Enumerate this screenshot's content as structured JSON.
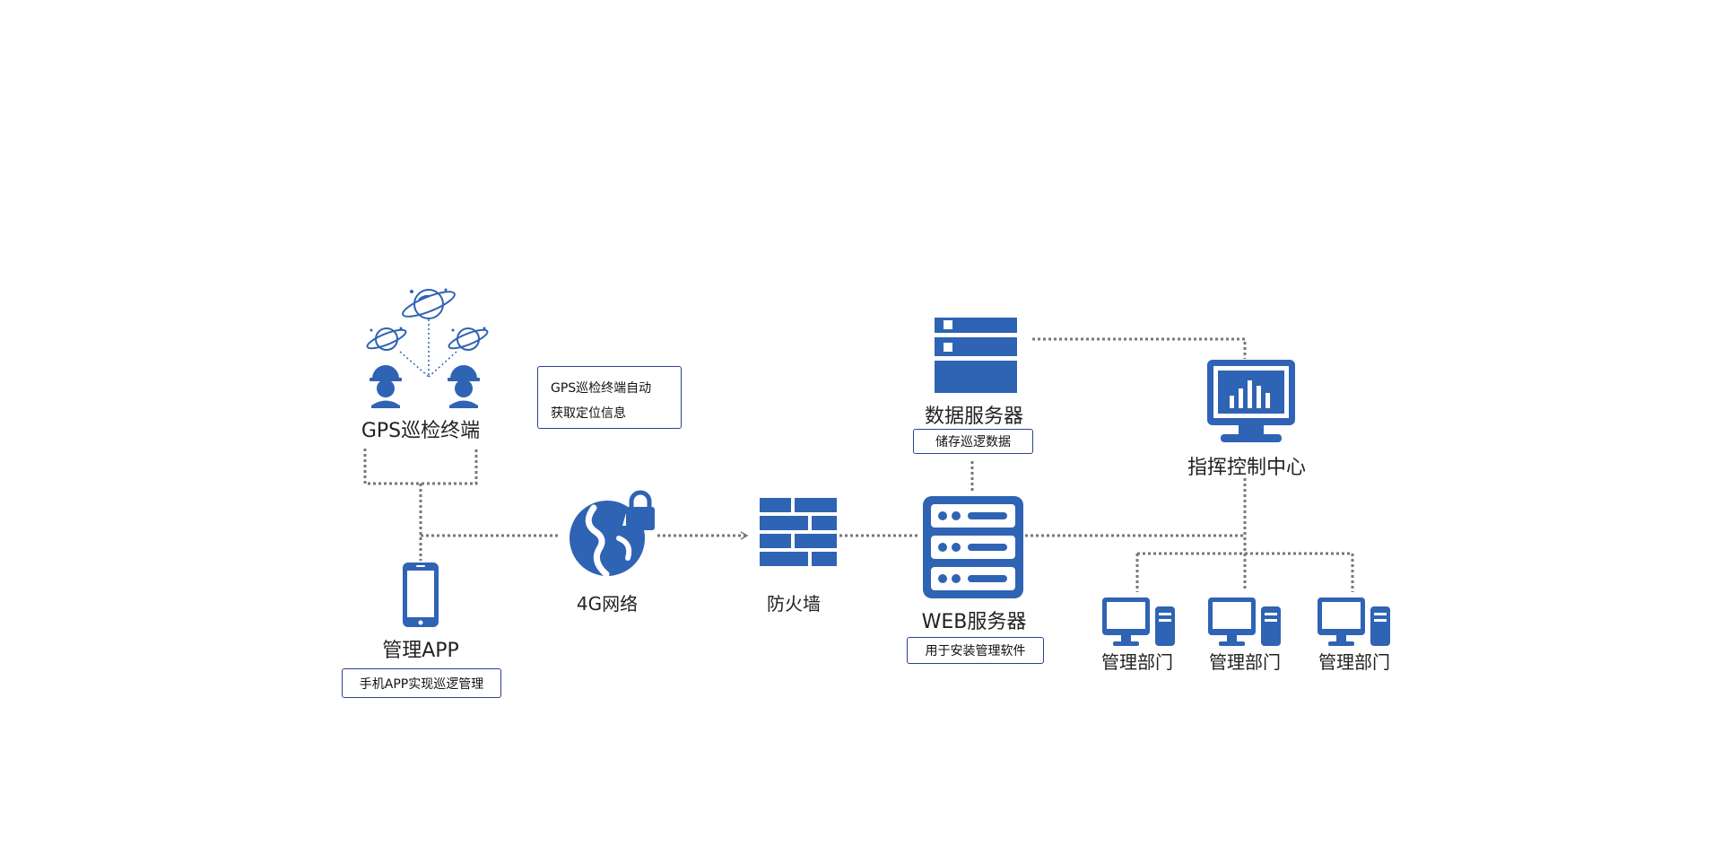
{
  "colors": {
    "icon_blue": "#2f63b4",
    "note_border": "#2b3f8f",
    "connector": "#777777",
    "text": "#222222"
  },
  "nodes": {
    "gps_terminal": {
      "label": "GPS巡检终端",
      "icon": "inspector-satellite-icon"
    },
    "manage_app": {
      "label": "管理APP",
      "icon": "smartphone-icon"
    },
    "network_4g": {
      "label": "4G网络",
      "icon": "globe-lock-icon"
    },
    "firewall": {
      "label": "防火墙",
      "icon": "firewall-brick-icon"
    },
    "data_server": {
      "label": "数据服务器",
      "icon": "server-stack-icon"
    },
    "web_server": {
      "label": "WEB服务器",
      "icon": "web-server-icon"
    },
    "command_center": {
      "label": "指挥控制中心",
      "icon": "monitor-chart-icon"
    },
    "departments": [
      {
        "label": "管理部门",
        "icon": "desktop-computer-icon"
      },
      {
        "label": "管理部门",
        "icon": "desktop-computer-icon"
      },
      {
        "label": "管理部门",
        "icon": "desktop-computer-icon"
      }
    ]
  },
  "notes": {
    "gps_auto": {
      "line1": "GPS巡检终端自动",
      "line2": "获取定位信息"
    },
    "data_store": "储存巡逻数据",
    "install_software": "用于安装管理软件",
    "app_manage": "手机APP实现巡逻管理"
  }
}
